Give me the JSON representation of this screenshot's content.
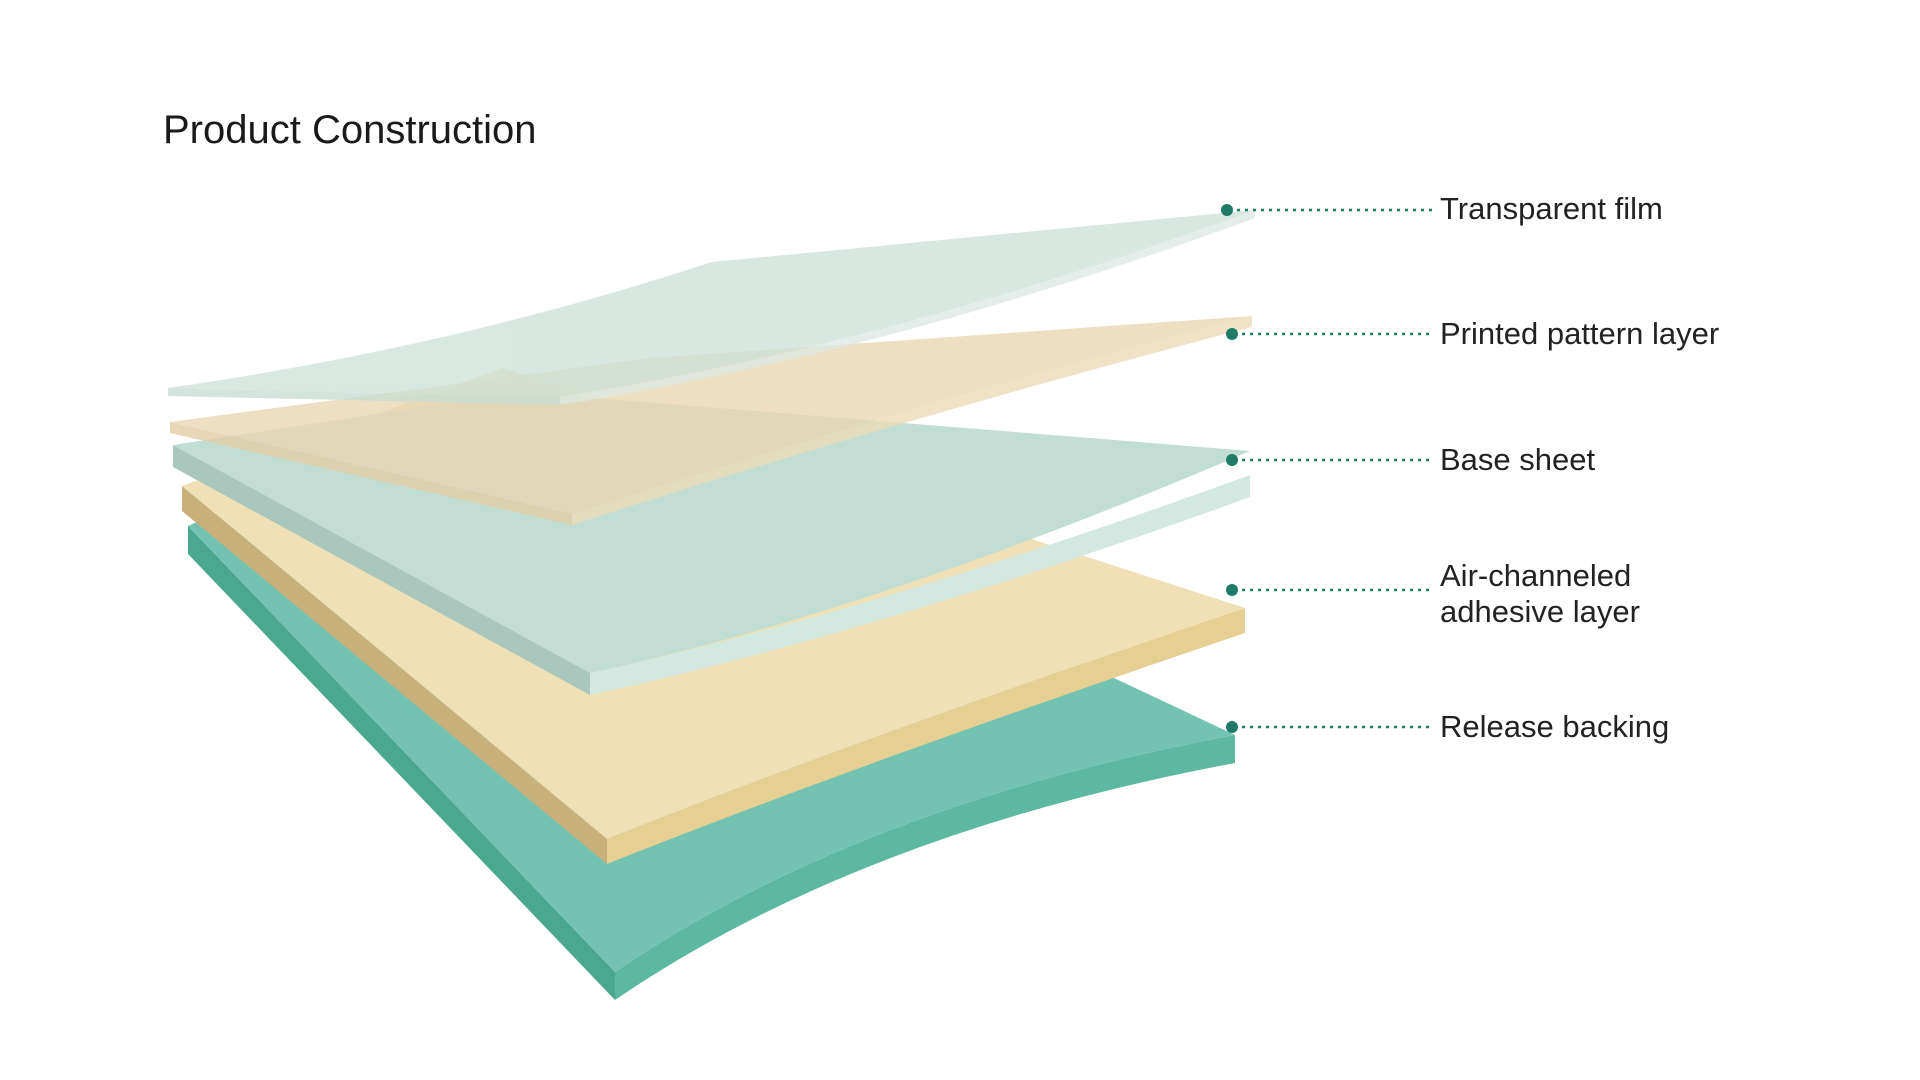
{
  "title": "Product Construction",
  "layers": [
    {
      "id": "transparent-film",
      "label_lines": [
        "Transparent film"
      ],
      "color": "#cfe3d9"
    },
    {
      "id": "printed-pattern-layer",
      "label_lines": [
        "Printed pattern layer"
      ],
      "color": "#eddcbc"
    },
    {
      "id": "base-sheet",
      "label_lines": [
        "Base sheet"
      ],
      "color": "#c3ddd3"
    },
    {
      "id": "air-channeled-adhesive-layer",
      "label_lines": [
        "Air-channeled",
        "adhesive layer"
      ],
      "color": "#efdfb4"
    },
    {
      "id": "release-backing",
      "label_lines": [
        "Release backing"
      ],
      "color": "#6ebfac"
    }
  ],
  "colors": {
    "leader": "#1f7a68",
    "text": "#222222"
  }
}
